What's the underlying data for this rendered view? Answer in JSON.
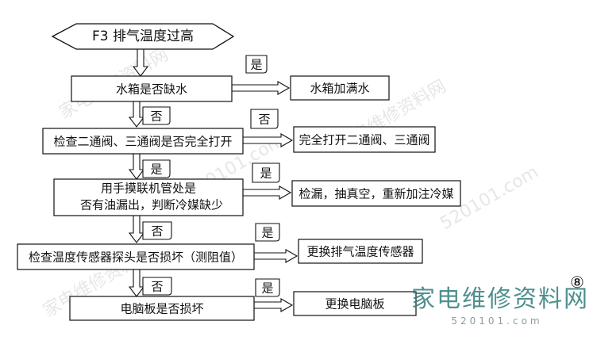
{
  "start": "F3 排气温度过高",
  "steps": [
    {
      "question": [
        "水箱是否缺水"
      ],
      "yes_label": "是",
      "action": "水箱加满水",
      "next_label": "否"
    },
    {
      "question": [
        "检查二通阀、三通阀是否完全打开"
      ],
      "yes_label": "否",
      "action": "完全打开二通阀、三通阀",
      "next_label": "是"
    },
    {
      "question": [
        "用手摸联机管处是",
        "否有油漏出，判断冷媒缺少"
      ],
      "yes_label": "是",
      "action": "检漏，抽真空，重新加注冷媒",
      "next_label": "否"
    },
    {
      "question": [
        "检查温度传感器探头是否损坏（测阻值）"
      ],
      "yes_label": "是",
      "action": "更换排气温度传感器",
      "next_label": "否"
    },
    {
      "question": [
        "电脑板是否损坏"
      ],
      "yes_label": "是",
      "action": "更换电脑板",
      "next_label": null
    }
  ],
  "figure_number": "⑧",
  "watermark": {
    "logo_text": "家电维修资料网",
    "url": "520101.com",
    "color": "#2f7d7b"
  }
}
